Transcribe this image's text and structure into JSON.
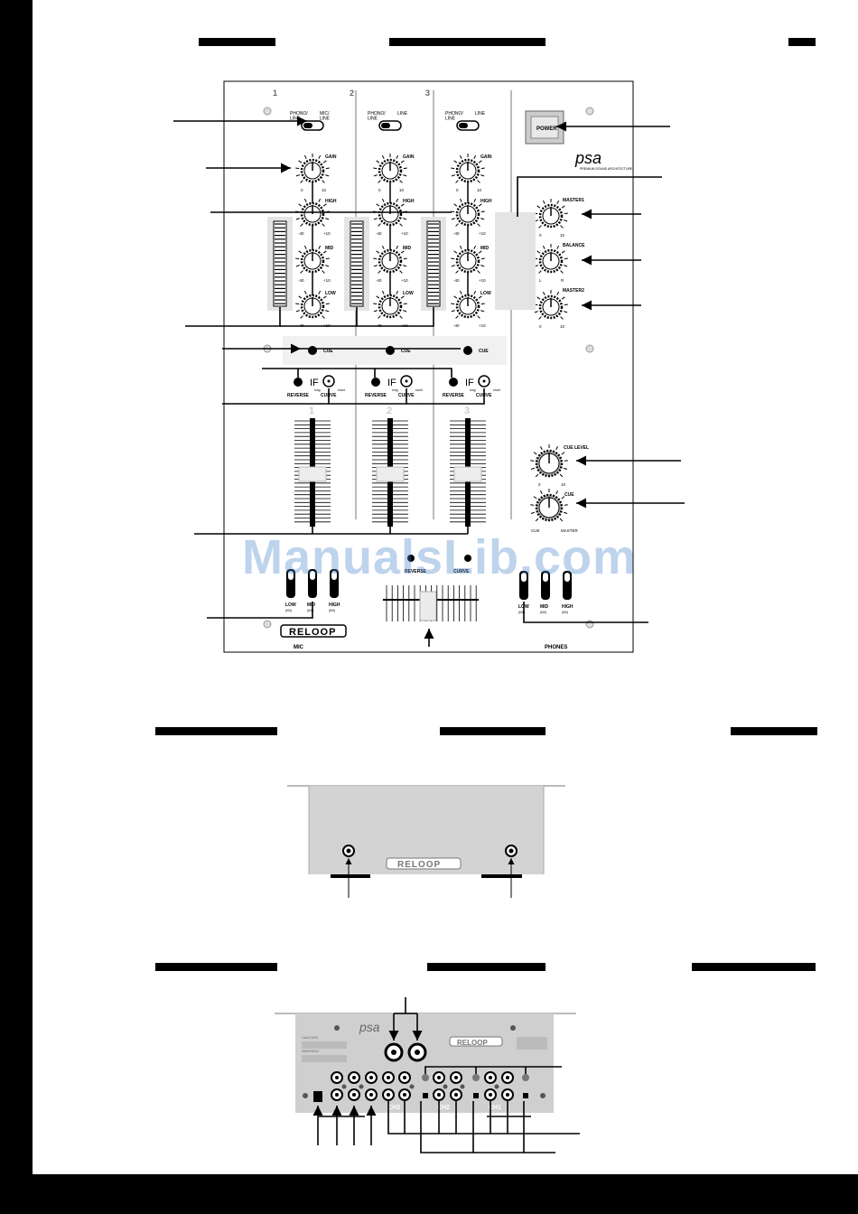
{
  "watermark": "ManualsLib.com",
  "top_panel": {
    "channel_numbers": [
      "1",
      "2",
      "3"
    ],
    "input_switch_left": "PHONO/\nLINE",
    "input_switch_right_ch1": "MIC/\nLINE",
    "input_switch_right": "LINE",
    "gain_label": "GAIN",
    "gain_scale": [
      "0",
      "10"
    ],
    "high_label": "HIGH",
    "mid_label": "MID",
    "low_label": "LOW",
    "eq_scale": [
      "-40",
      "+10"
    ],
    "cue_label": "CUE",
    "reverse_label": "REVERSE",
    "curve_label": "CURVE",
    "if_mark": "IF",
    "curve_scale": [
      "long",
      "short"
    ],
    "power_label": "POWER",
    "logo_script": "psa",
    "logo_sub": "PREMIUM\nSOUND\nARCHITECTURE",
    "master1_label": "MASTER1",
    "balance_label": "BALANCE",
    "balance_scale": [
      "L",
      "R"
    ],
    "master2_label": "MASTER2",
    "master_scale": [
      "0",
      "10"
    ],
    "cue_level_label": "CUE LEVEL",
    "cue_level_scale": [
      "0",
      "10"
    ],
    "cue_mix_label": "CUE",
    "cue_mix_scale": [
      "CUE",
      "MASTER"
    ],
    "kill_labels": [
      "LOW",
      "MID",
      "HIGH"
    ],
    "kill_sublabels": [
      "(Kill)",
      "(Kill)",
      "(Kill)"
    ],
    "kill_sublabels_right": [
      "(Kill)",
      "(Kill)",
      "(Kill)"
    ],
    "crossfader_reverse": "REVERSE",
    "crossfader_curve": "CURVE",
    "brand": "RELOOP",
    "mic_label": "MIC",
    "phones_label": "PHONES"
  },
  "front_panel": {
    "brand": "RELOOP"
  },
  "rear_panel": {
    "logo_script": "psa",
    "brand": "RELOOP",
    "caution_label": "CAUTION",
    "warning_label": "WARNING",
    "channel_labels": [
      "CH3",
      "CH2",
      "CH1"
    ]
  },
  "colors": {
    "panel": "#ffffff",
    "front_panel": "#d3d3d3",
    "rear_panel": "#cfcfcf",
    "meter_bg": "#e4e4e4",
    "ink": "#000000"
  }
}
